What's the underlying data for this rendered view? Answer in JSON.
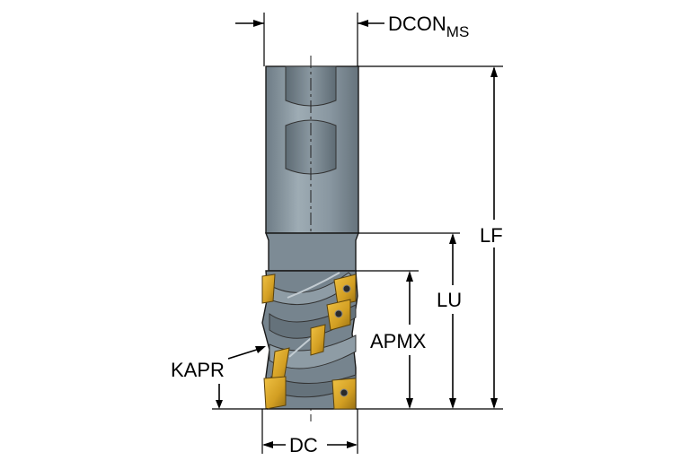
{
  "labels": {
    "dcon": "DCON",
    "dcon_sub": "MS",
    "lf": "LF",
    "lu": "LU",
    "apmx": "APMX",
    "kapr": "KAPR",
    "dc": "DC"
  },
  "colors": {
    "shank": "#8c9aa3",
    "shank_shade": "#6a7882",
    "body": "#7f8d96",
    "insert_gold": "#d9a82a",
    "insert_dark": "#8a6512",
    "line": "#000000"
  }
}
